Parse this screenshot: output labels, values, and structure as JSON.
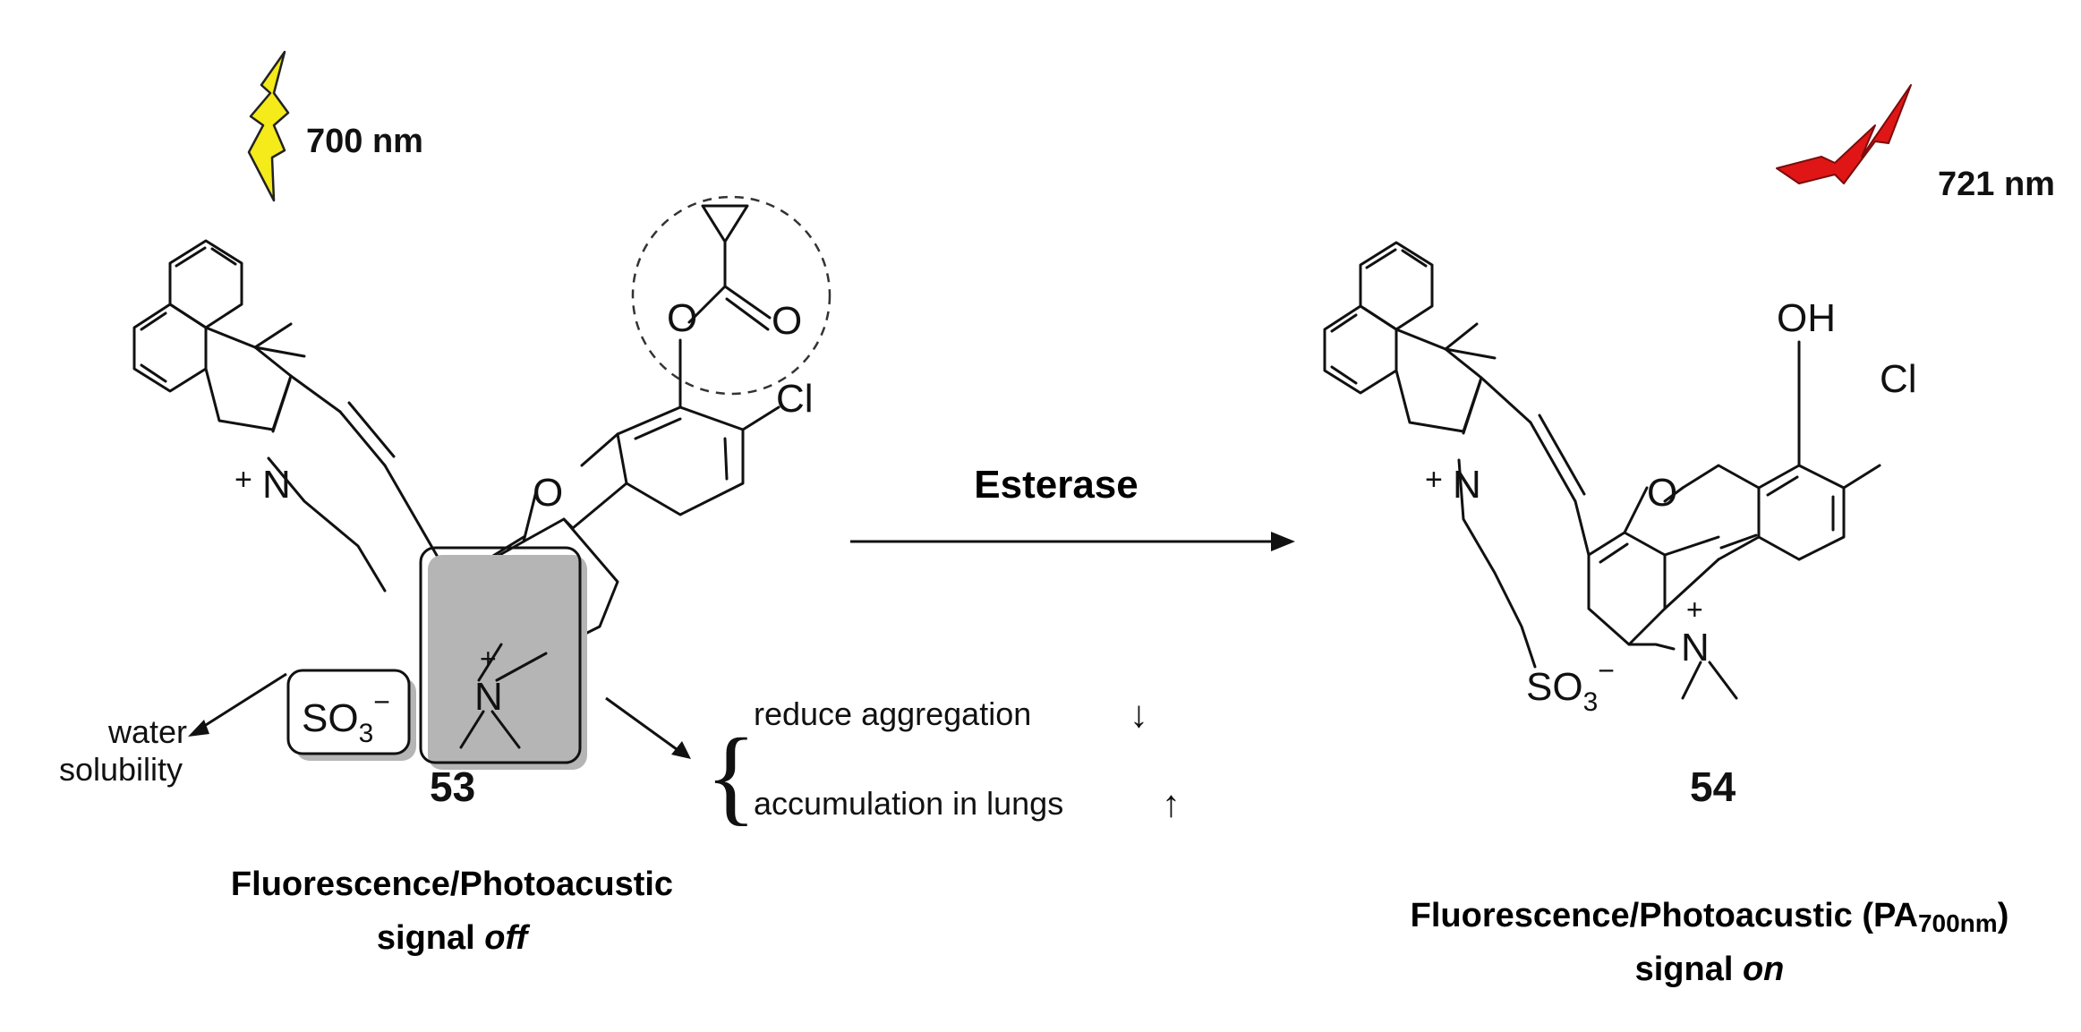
{
  "left": {
    "wavelength": "700 nm",
    "compound_number": "53",
    "caption_line1": "Fluorescence/Photoacustic",
    "caption_line2_prefix": "signal ",
    "caption_line2_state": "off",
    "atoms": {
      "n_plus": "N",
      "n_plus_charge": "+",
      "oxygen_ring": "O",
      "oxygen_ester": "O",
      "oxygen_carbonyl": "O",
      "chlorine": "Cl",
      "so3": "SO",
      "so3_sub": "3",
      "so3_charge": "−",
      "n_ammonium": "N",
      "n_ammonium_charge": "+"
    },
    "annotations": {
      "water_line1": "water",
      "water_line2": "solubility",
      "reduce_aggregation": "reduce aggregation",
      "reduce_arrow": "↓",
      "accumulation_lungs": "accumulation in lungs",
      "accumulation_arrow": "↑",
      "brace": "{"
    }
  },
  "reaction": {
    "enzyme": "Esterase"
  },
  "right": {
    "wavelength": "721 nm",
    "compound_number": "54",
    "caption_line1_prefix": "Fluorescence/Photoacustic (PA",
    "caption_line1_sub": "700nm",
    "caption_line1_suffix": ")",
    "caption_line2_prefix": "signal ",
    "caption_line2_state": "on",
    "atoms": {
      "n_plus": "N",
      "n_plus_charge": "+",
      "oxygen_ring": "O",
      "hydroxyl": "OH",
      "chlorine": "Cl",
      "so3": "SO",
      "so3_sub": "3",
      "so3_charge": "−",
      "n_ammonium": "N",
      "n_ammonium_charge": "+"
    }
  },
  "colors": {
    "flash_left": "#f5ea1a",
    "flash_right": "#e01616",
    "line": "#111111",
    "box_shadow": "#b5b5b5"
  }
}
